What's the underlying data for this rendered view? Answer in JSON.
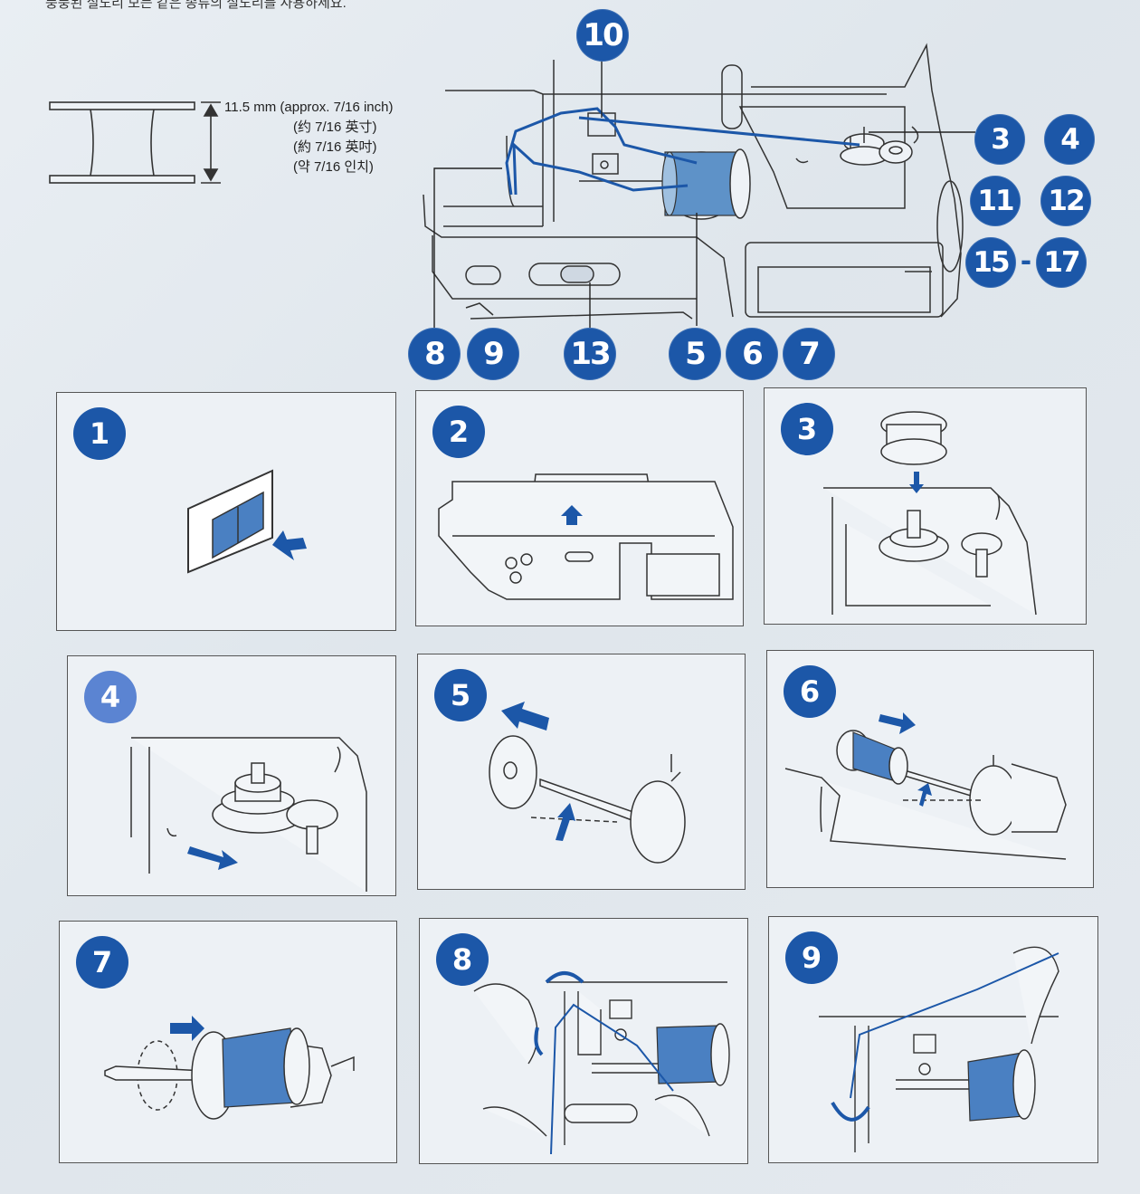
{
  "top_text": "풍풍된 실도리 모는 같은 종류의 실도리를 사용하세요.",
  "bobbin_dimension": {
    "mm": "11.5 mm  (approx. 7/16 inch)",
    "zh_cn": "(约 7/16 英寸)",
    "zh_tw": "(約 7/16 英吋)",
    "ko": "(약 7/16 인치)"
  },
  "overview_callouts": {
    "c10": "10",
    "c3": "3",
    "c4": "4",
    "c11": "11",
    "c12": "12",
    "c15": "15",
    "c17": "17",
    "dash": "-",
    "c8": "8",
    "c9": "9",
    "c13": "13",
    "c5": "5",
    "c6": "6",
    "c7": "7"
  },
  "steps": [
    {
      "num": "1",
      "icon": "power-switch-icon"
    },
    {
      "num": "2",
      "icon": "sewing-machine-icon"
    },
    {
      "num": "3",
      "icon": "bobbin-on-shaft-icon"
    },
    {
      "num": "4",
      "icon": "bobbin-winder-push-icon"
    },
    {
      "num": "5",
      "icon": "spool-pin-raise-icon"
    },
    {
      "num": "6",
      "icon": "thread-spool-place-icon"
    },
    {
      "num": "7",
      "icon": "spool-cap-icon"
    },
    {
      "num": "8",
      "icon": "thread-guide-icon"
    },
    {
      "num": "9",
      "icon": "pretension-disk-icon"
    }
  ],
  "colors": {
    "accent": "#1c57a8",
    "thread": "#3f7cc0",
    "line": "#333333"
  }
}
